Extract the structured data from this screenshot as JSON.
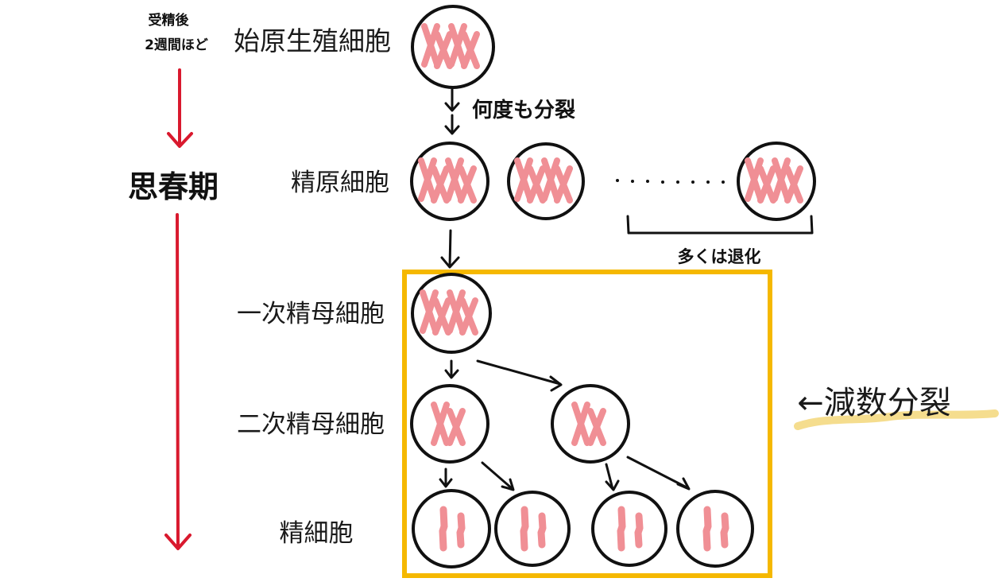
{
  "colors": {
    "timeline": "#d9192e",
    "chromosome": "#f08f95",
    "meiosis_box": "#f5b800",
    "highlight": "#f3d77a",
    "outline": "#111111"
  },
  "timeline": {
    "start_note_line1": "受精後",
    "start_note_line2": "2週間ほど",
    "mid_label": "思春期"
  },
  "stages": {
    "primordial_germ_cell": "始原生殖細胞",
    "spermatogonium": "精原細胞",
    "primary_spermatocyte": "一次精母細胞",
    "secondary_spermatocyte": "二次精母細胞",
    "spermatid": "精細胞"
  },
  "annotations": {
    "repeated_division": "何度も分裂",
    "mostly_degenerate": "多くは退化",
    "meiosis": "←減数分裂"
  },
  "icons": {
    "cell": "cell-circle-icon",
    "chromosome": "chromosome-icon",
    "arrow": "arrow-down-icon"
  }
}
